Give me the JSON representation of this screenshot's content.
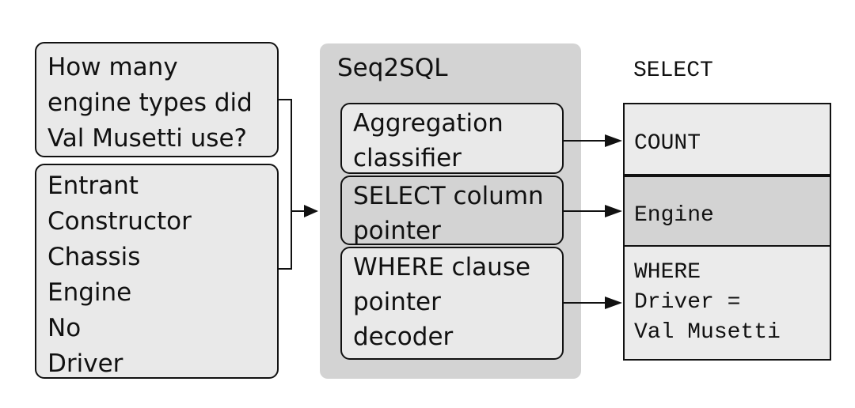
{
  "question": [
    "How many",
    "engine types did",
    "Val Musetti use?"
  ],
  "columns": [
    "Entrant",
    "Constructor",
    "Chassis",
    "Engine",
    "No",
    "Driver"
  ],
  "model": {
    "title": "Seq2SQL",
    "modules": {
      "aggregation": [
        "Aggregation",
        "classifier"
      ],
      "select": [
        "SELECT column",
        "pointer"
      ],
      "where": [
        "WHERE clause",
        "pointer",
        "decoder"
      ]
    }
  },
  "query": {
    "header": "SELECT",
    "aggregation": "COUNT",
    "select_column": "Engine",
    "where": [
      "WHERE",
      "Driver =",
      "Val Musetti"
    ]
  }
}
